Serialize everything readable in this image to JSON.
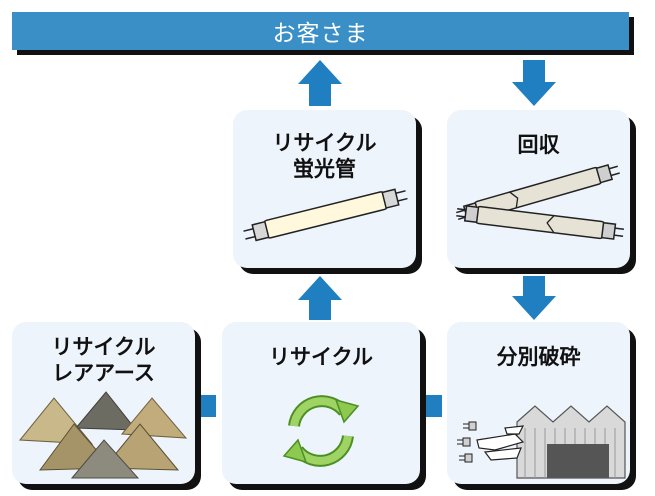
{
  "header": {
    "title": "お客さま"
  },
  "cards": {
    "recycled_lamp": {
      "line1": "リサイクル",
      "line2": "蛍光管"
    },
    "collection": {
      "label": "回収"
    },
    "crushing": {
      "label": "分別破砕"
    },
    "recycling": {
      "label": "リサイクル"
    },
    "rare_earth": {
      "line1": "リサイクル",
      "line2": "レアアース"
    }
  },
  "colors": {
    "banner": "#3a8fc6",
    "arrow": "#1f7fc0",
    "card": "#eef4fb",
    "cycle_green": "#7cc142"
  }
}
